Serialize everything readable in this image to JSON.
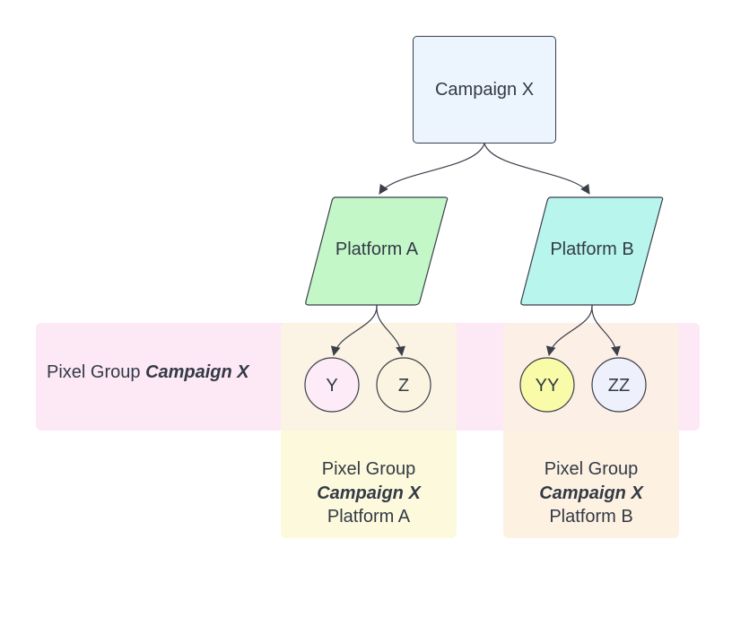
{
  "campaign": {
    "label": "Campaign X"
  },
  "platforms": [
    {
      "label": "Platform A",
      "color": "#c3f7c8"
    },
    {
      "label": "Platform B",
      "color": "#b8f5ed"
    }
  ],
  "pixels": [
    {
      "label": "Y",
      "color": "#fdebf8"
    },
    {
      "label": "Z",
      "color": "#fbf4e1"
    },
    {
      "label": "YY",
      "color": "#fafba8"
    },
    {
      "label": "ZZ",
      "color": "#eef0fb"
    }
  ],
  "pixel_group_campaign": {
    "prefix": "Pixel Group ",
    "campaign": "Campaign X"
  },
  "pixel_group_platform_a": {
    "line1": "Pixel Group",
    "line2": "Campaign X",
    "line3": "Platform A"
  },
  "pixel_group_platform_b": {
    "line1": "Pixel Group",
    "line2": "Campaign X",
    "line3": "Platform B"
  },
  "colors": {
    "stroke": "#3a3f4a",
    "campaign_fill": "#ecf4fe",
    "band_campaign": "#fde8f6",
    "band_platform_a": "#fdf9dc",
    "band_platform_b": "#fdf1e2"
  }
}
